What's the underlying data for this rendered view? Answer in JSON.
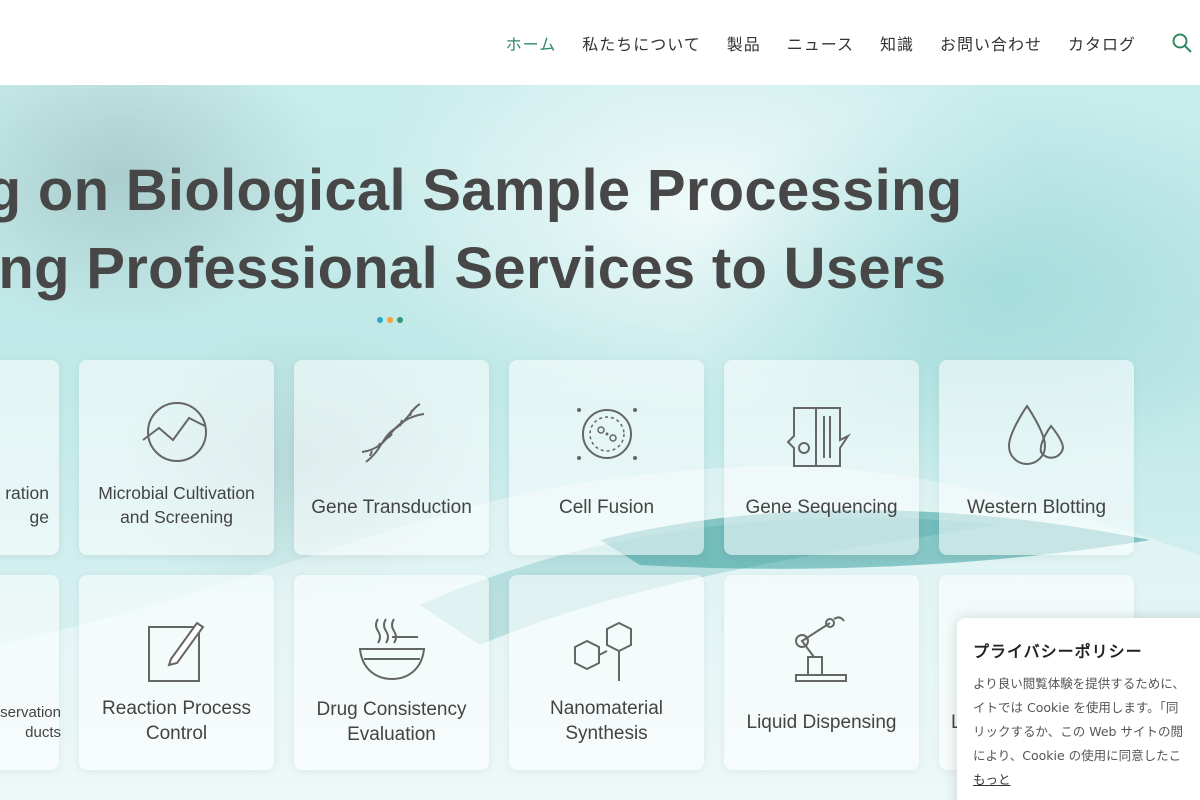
{
  "nav": {
    "items": [
      "ホーム",
      "私たちについて",
      "製品",
      "ニュース",
      "知識",
      "お問い合わせ",
      "カタログ"
    ],
    "active_index": 0,
    "active_color": "#2f8a62",
    "search_icon": "search-icon"
  },
  "hero": {
    "headline_line1": "ng on Biological Sample Processing",
    "headline_line2": "ing Professional Services to Users",
    "dot_colors": [
      "#2ea7c7",
      "#f2a33a",
      "#2f9a6e"
    ]
  },
  "cards": [
    {
      "label": "ration\nge",
      "icon": "partial-icon"
    },
    {
      "label": "Microbial Cultivation\nand Screening",
      "icon": "cultivation-icon"
    },
    {
      "label": "Gene Transduction",
      "icon": "dna-icon"
    },
    {
      "label": "Cell Fusion",
      "icon": "cell-icon"
    },
    {
      "label": "Gene Sequencing",
      "icon": "sequencing-icon"
    },
    {
      "label": "Western Blotting",
      "icon": "droplets-icon"
    },
    {
      "label": "servation\nducts",
      "icon": "partial-icon"
    },
    {
      "label": "Reaction Process\nControl",
      "icon": "edit-icon"
    },
    {
      "label": "Drug Consistency\nEvaluation",
      "icon": "bowl-icon"
    },
    {
      "label": "Nanomaterial\nSynthesis",
      "icon": "hexagon-icon"
    },
    {
      "label": "Liquid Dispensing",
      "icon": "robot-arm-icon"
    },
    {
      "label": "L",
      "icon": "device-icon"
    }
  ],
  "cookie": {
    "title": "プライバシーポリシー",
    "text": "より良い閲覧体験を提供するために、\nイトでは Cookie を使用します。「同\nリックするか、この Web サイトの閲\nにより、Cookie の使用に同意したこ",
    "more": "もっと"
  }
}
